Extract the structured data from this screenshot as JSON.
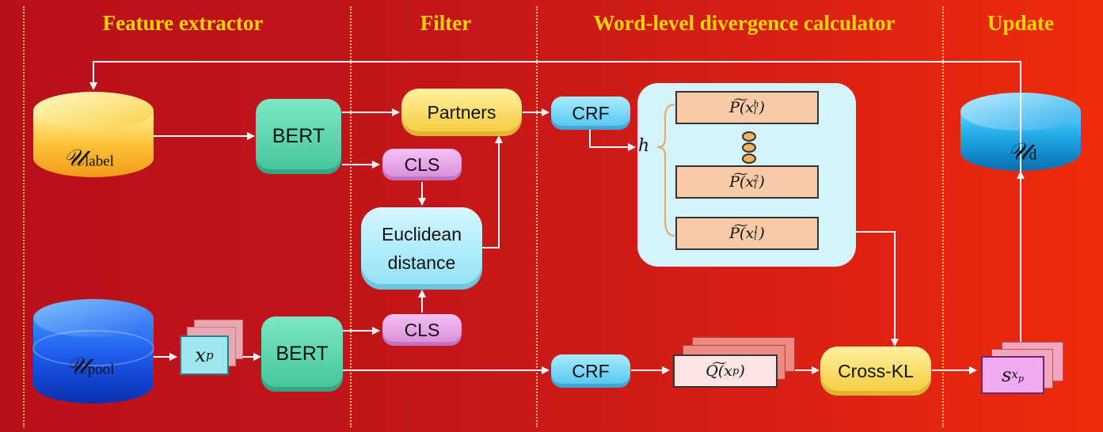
{
  "sections": {
    "feature_extractor": "Feature extractor",
    "filter": "Filter",
    "divergence": "Word-level divergence calculator",
    "update": "Update"
  },
  "nodes": {
    "u_label": {
      "symbol": "𝒰",
      "sub": "label"
    },
    "u_pool": {
      "symbol": "𝒰",
      "sub": "pool"
    },
    "u_d": {
      "symbol": "𝒰",
      "sub": "d"
    },
    "bert_top": "BERT",
    "bert_bottom": "BERT",
    "cls_top": "CLS",
    "cls_bottom": "CLS",
    "partners": "Partners",
    "euclidean_line1": "Euclidean",
    "euclidean_line2": "distance",
    "crf_top": "CRF",
    "crf_bottom": "CRF",
    "x_p": "xp",
    "h": "h",
    "prob_h": "P͠(x_l^h)",
    "prob_2": "P͠(x_l^2)",
    "prob_1": "P͠(x_l^1)",
    "q": "Q͠(x_p)",
    "cross_kl": "Cross-KL",
    "s_xp": "s_xp"
  },
  "colors": {
    "section_title": "#ffd400",
    "divider": "#e8c34a",
    "bert": "#42c49a",
    "cls": "#d98ad9",
    "crf": "#4fc3ef",
    "partners": "#f5c93a",
    "cross_kl": "#f5c93a",
    "euclidean": "#8ee2f7",
    "panel": "#d5f3fb",
    "prob_box": "#f9caa6",
    "arrow": "#ffffff"
  }
}
